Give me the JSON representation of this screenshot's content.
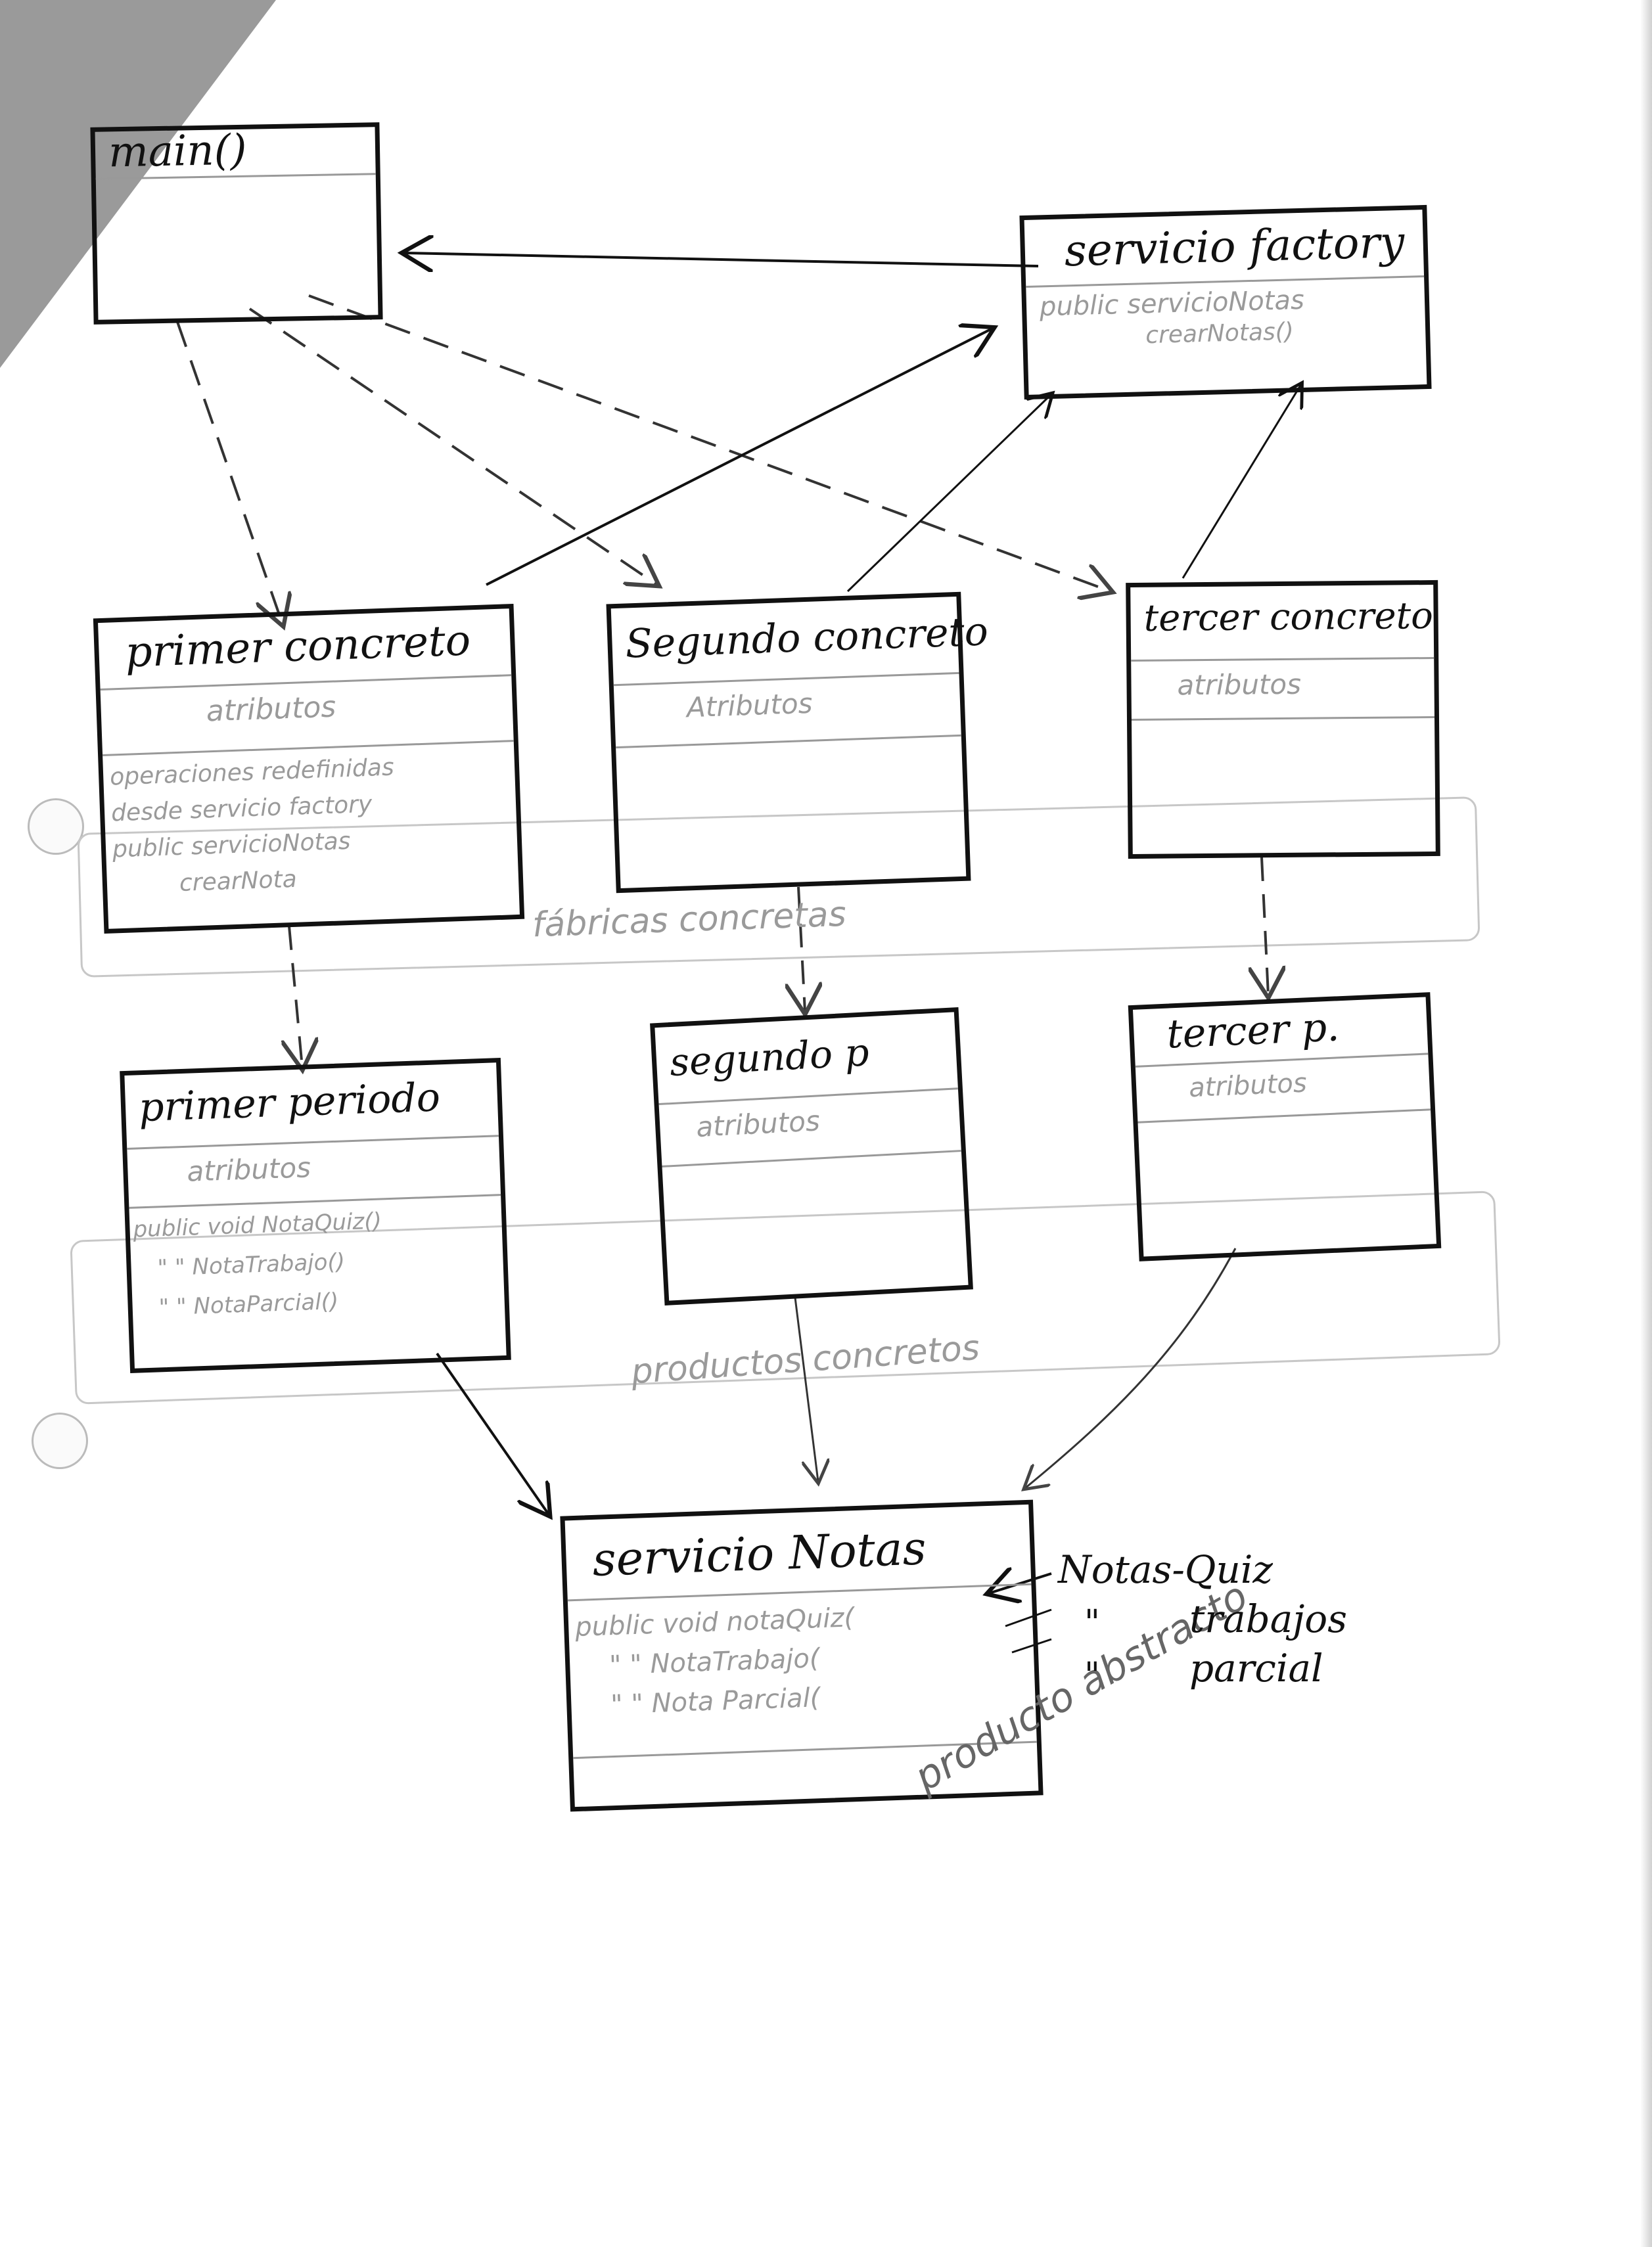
{
  "boxes": {
    "main": {
      "title": "main()"
    },
    "servicio_factory": {
      "title": "servicio factory",
      "method_line1": "public servicioNotas",
      "method_line2": "crearNotas()"
    },
    "primer_concreto": {
      "title": "primer concreto",
      "attributes": "atributos",
      "ops_line1": "operaciones redefinidas",
      "ops_line2": "desde servicio factory",
      "ops_line3": "public servicioNotas",
      "ops_line4": "crearNota"
    },
    "segundo_concreto": {
      "title": "Segundo concreto",
      "attributes": "Atributos"
    },
    "tercer_concreto": {
      "title": "tercer concreto",
      "attributes": "atributos"
    },
    "primer_periodo": {
      "title": "primer periodo",
      "attributes": "atributos",
      "m1": "public void NotaQuiz()",
      "m2": "\"    \" NotaTrabajo()",
      "m3": "\"    \" NotaParcial()"
    },
    "segundo_p": {
      "title": "segundo p",
      "attributes": "atributos"
    },
    "tercer_p": {
      "title": "tercer p.",
      "attributes": "atributos"
    },
    "servicio_notas": {
      "title": "servicio Notas",
      "m1": "public void notaQuiz(",
      "m2": "\"   \" NotaTrabajo(",
      "m3": "\"   \" Nota Parcial("
    }
  },
  "labels": {
    "fabricas_concretas": "fábricas concretas",
    "productos_concretos": "productos concretos",
    "producto_abstracto": "producto abstracto",
    "notas_quiz": "Notas-Quiz",
    "trabajos_ditto": "\"",
    "trabajos": "trabajos",
    "parcial_ditto": "\"",
    "parcial": "parcial"
  }
}
